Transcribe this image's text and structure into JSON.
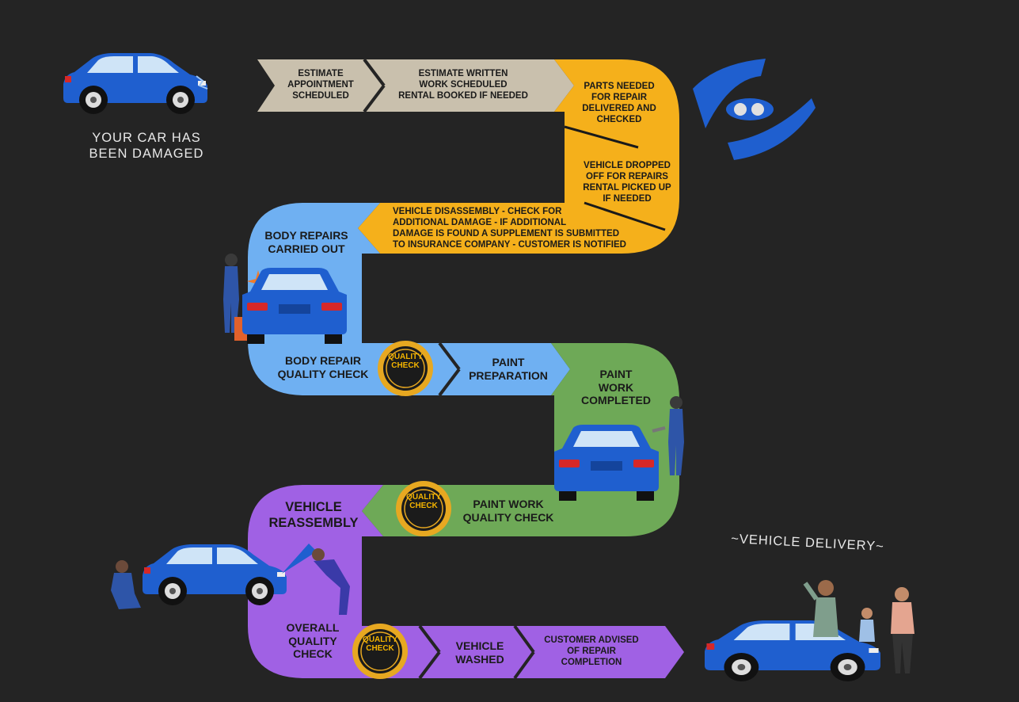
{
  "start_caption": [
    "YOUR CAR HAS",
    "BEEN DAMAGED"
  ],
  "steps": [
    {
      "id": "estimate-appointment",
      "lines": [
        "ESTIMATE",
        "APPOINTMENT",
        "SCHEDULED"
      ]
    },
    {
      "id": "estimate-written",
      "lines": [
        "ESTIMATE WRITTEN",
        "WORK SCHEDULED",
        "RENTAL BOOKED IF NEEDED"
      ]
    },
    {
      "id": "parts-needed",
      "lines": [
        "PARTS NEEDED",
        "FOR REPAIR",
        "DELIVERED AND",
        "CHECKED"
      ]
    },
    {
      "id": "vehicle-dropped-off",
      "lines": [
        "VEHICLE DROPPED",
        "OFF FOR REPAIRS",
        "RENTAL PICKED UP",
        "IF NEEDED"
      ]
    },
    {
      "id": "vehicle-disassembly",
      "lines": [
        "VEHICLE DISASSEMBLY - CHECK FOR",
        "ADDITIONAL DAMAGE - IF ADDITIONAL",
        "DAMAGE IS FOUND A SUPPLEMENT IS SUBMITTED",
        "TO INSURANCE COMPANY - CUSTOMER IS NOTIFIED"
      ]
    },
    {
      "id": "body-repairs",
      "lines": [
        "BODY REPAIRS",
        "CARRIED OUT"
      ]
    },
    {
      "id": "body-repair-quality-check",
      "lines": [
        "BODY REPAIR",
        "QUALITY CHECK"
      ]
    },
    {
      "id": "paint-preparation",
      "lines": [
        "PAINT",
        "PREPARATION"
      ]
    },
    {
      "id": "paint-work-completed",
      "lines": [
        "PAINT",
        "WORK",
        "COMPLETED"
      ]
    },
    {
      "id": "paint-work-quality-check",
      "lines": [
        "PAINT WORK",
        "QUALITY CHECK"
      ]
    },
    {
      "id": "vehicle-reassembly",
      "lines": [
        "VEHICLE",
        "REASSEMBLY"
      ]
    },
    {
      "id": "overall-quality-check",
      "lines": [
        "OVERALL",
        "QUALITY",
        "CHECK"
      ]
    },
    {
      "id": "vehicle-washed",
      "lines": [
        "VEHICLE",
        "WASHED"
      ]
    },
    {
      "id": "customer-advised",
      "lines": [
        "CUSTOMER ADVISED",
        "OF REPAIR",
        "COMPLETION"
      ]
    }
  ],
  "quality_badge": [
    "QUALITY",
    "CHECK"
  ],
  "end_caption": "~VEHICLE DELIVERY~",
  "colors": {
    "background": "#242424",
    "tan": "#c9c0ad",
    "orange": "#f5b01b",
    "blue": "#6fb0f2",
    "green": "#6ea957",
    "purple": "#a061e4",
    "car": "#1f5fcf",
    "badge": "#e7a821"
  }
}
